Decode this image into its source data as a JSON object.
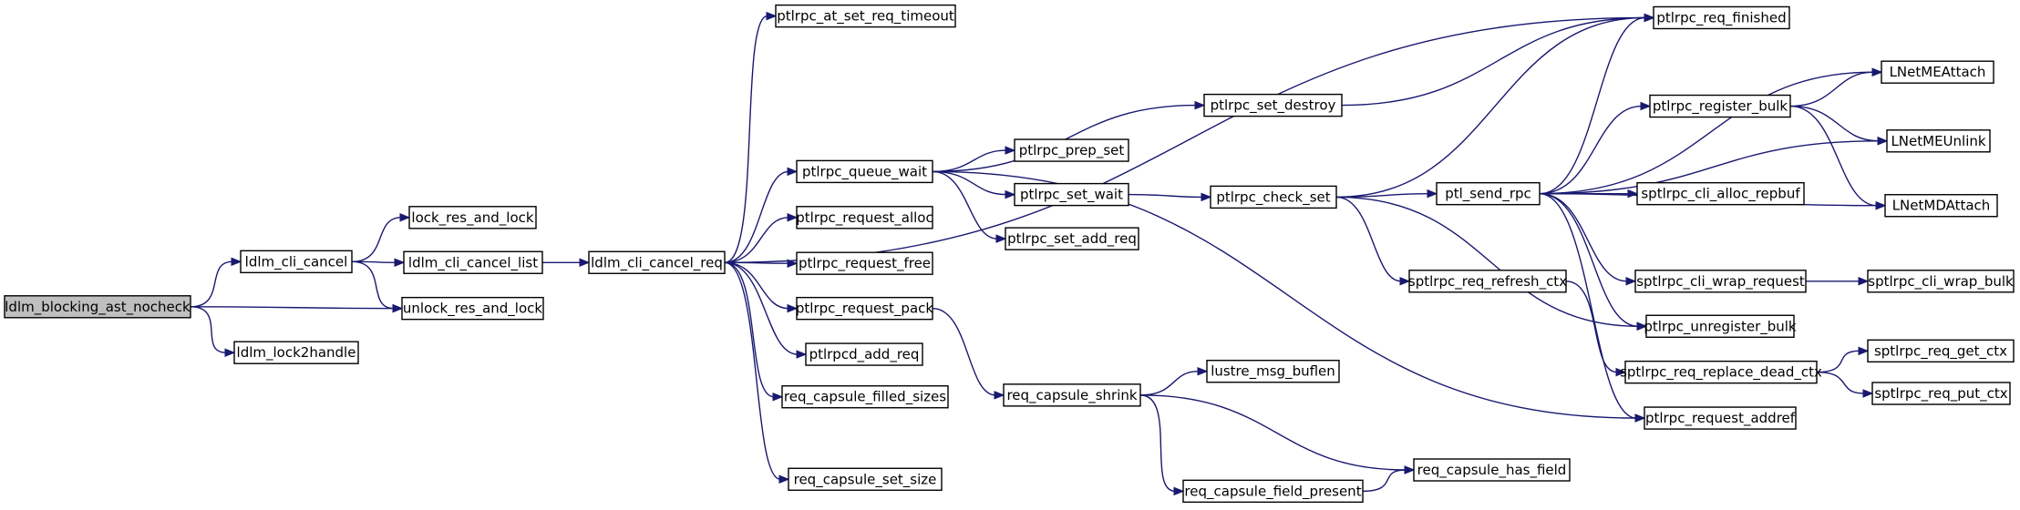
{
  "graph": {
    "root": "n_root",
    "colors": {
      "edge": "#191970",
      "root_fill": "#bfbfbf",
      "node_fill": "#ffffff",
      "border": "#000000"
    },
    "nodes": {
      "n_root": "ldlm_blocking_ast_nocheck",
      "n_cli_cancel": "ldlm_cli_cancel",
      "n_lock2handle": "ldlm_lock2handle",
      "n_lock_res": "lock_res_and_lock",
      "n_cancel_list": "ldlm_cli_cancel_list",
      "n_unlock_res": "unlock_res_and_lock",
      "n_cancel_req": "ldlm_cli_cancel_req",
      "n_at_set_req_timeout": "ptlrpc_at_set_req_timeout",
      "n_queue_wait": "ptlrpc_queue_wait",
      "n_request_alloc": "ptlrpc_request_alloc",
      "n_request_free": "ptlrpc_request_free",
      "n_request_pack": "ptlrpc_request_pack",
      "n_ptlrpcd_add_req": "ptlrpcd_add_req",
      "n_filled_sizes": "req_capsule_filled_sizes",
      "n_set_size": "req_capsule_set_size",
      "n_set_destroy": "ptlrpc_set_destroy",
      "n_prep_set": "ptlrpc_prep_set",
      "n_set_wait": "ptlrpc_set_wait",
      "n_set_add_req": "ptlrpc_set_add_req",
      "n_capsule_shrink": "req_capsule_shrink",
      "n_msg_buflen": "lustre_msg_buflen",
      "n_field_present": "req_capsule_field_present",
      "n_has_field": "req_capsule_has_field",
      "n_check_set": "ptlrpc_check_set",
      "n_send_rpc": "ptl_send_rpc",
      "n_refresh_ctx": "sptlrpc_req_refresh_ctx",
      "n_req_finished": "ptlrpc_req_finished",
      "n_register_bulk": "ptlrpc_register_bulk",
      "n_alloc_repbuf": "sptlrpc_cli_alloc_repbuf",
      "n_wrap_request": "sptlrpc_cli_wrap_request",
      "n_unregister_bulk": "ptlrpc_unregister_bulk",
      "n_replace_dead_ctx": "sptlrpc_req_replace_dead_ctx",
      "n_request_addref": "ptlrpc_request_addref",
      "n_me_attach": "LNetMEAttach",
      "n_me_unlink": "LNetMEUnlink",
      "n_md_attach": "LNetMDAttach",
      "n_wrap_bulk": "sptlrpc_cli_wrap_bulk",
      "n_get_ctx": "sptlrpc_req_get_ctx",
      "n_put_ctx": "sptlrpc_req_put_ctx"
    },
    "edges": [
      [
        "n_root",
        "n_cli_cancel"
      ],
      [
        "n_root",
        "n_unlock_res"
      ],
      [
        "n_root",
        "n_lock2handle"
      ],
      [
        "n_cli_cancel",
        "n_lock_res"
      ],
      [
        "n_cli_cancel",
        "n_cancel_list"
      ],
      [
        "n_cli_cancel",
        "n_unlock_res"
      ],
      [
        "n_cancel_list",
        "n_cancel_req"
      ],
      [
        "n_cancel_req",
        "n_at_set_req_timeout"
      ],
      [
        "n_cancel_req",
        "n_req_finished"
      ],
      [
        "n_cancel_req",
        "n_queue_wait"
      ],
      [
        "n_cancel_req",
        "n_request_alloc"
      ],
      [
        "n_cancel_req",
        "n_request_free"
      ],
      [
        "n_cancel_req",
        "n_request_pack"
      ],
      [
        "n_cancel_req",
        "n_ptlrpcd_add_req"
      ],
      [
        "n_cancel_req",
        "n_filled_sizes"
      ],
      [
        "n_cancel_req",
        "n_set_size"
      ],
      [
        "n_queue_wait",
        "n_set_destroy"
      ],
      [
        "n_queue_wait",
        "n_prep_set"
      ],
      [
        "n_queue_wait",
        "n_set_wait"
      ],
      [
        "n_queue_wait",
        "n_set_add_req"
      ],
      [
        "n_queue_wait",
        "n_request_addref"
      ],
      [
        "n_request_pack",
        "n_capsule_shrink"
      ],
      [
        "n_capsule_shrink",
        "n_msg_buflen"
      ],
      [
        "n_capsule_shrink",
        "n_field_present"
      ],
      [
        "n_capsule_shrink",
        "n_has_field"
      ],
      [
        "n_field_present",
        "n_has_field"
      ],
      [
        "n_set_destroy",
        "n_req_finished"
      ],
      [
        "n_set_wait",
        "n_check_set"
      ],
      [
        "n_check_set",
        "n_req_finished"
      ],
      [
        "n_check_set",
        "n_send_rpc"
      ],
      [
        "n_check_set",
        "n_refresh_ctx"
      ],
      [
        "n_check_set",
        "n_unregister_bulk"
      ],
      [
        "n_send_rpc",
        "n_req_finished"
      ],
      [
        "n_send_rpc",
        "n_me_attach"
      ],
      [
        "n_send_rpc",
        "n_register_bulk"
      ],
      [
        "n_send_rpc",
        "n_me_unlink"
      ],
      [
        "n_send_rpc",
        "n_alloc_repbuf"
      ],
      [
        "n_send_rpc",
        "n_md_attach"
      ],
      [
        "n_send_rpc",
        "n_wrap_request"
      ],
      [
        "n_send_rpc",
        "n_unregister_bulk"
      ],
      [
        "n_send_rpc",
        "n_request_addref"
      ],
      [
        "n_refresh_ctx",
        "n_replace_dead_ctx"
      ],
      [
        "n_register_bulk",
        "n_me_attach"
      ],
      [
        "n_register_bulk",
        "n_me_unlink"
      ],
      [
        "n_register_bulk",
        "n_md_attach"
      ],
      [
        "n_wrap_request",
        "n_wrap_bulk"
      ],
      [
        "n_replace_dead_ctx",
        "n_get_ctx"
      ],
      [
        "n_replace_dead_ctx",
        "n_put_ctx"
      ]
    ]
  }
}
